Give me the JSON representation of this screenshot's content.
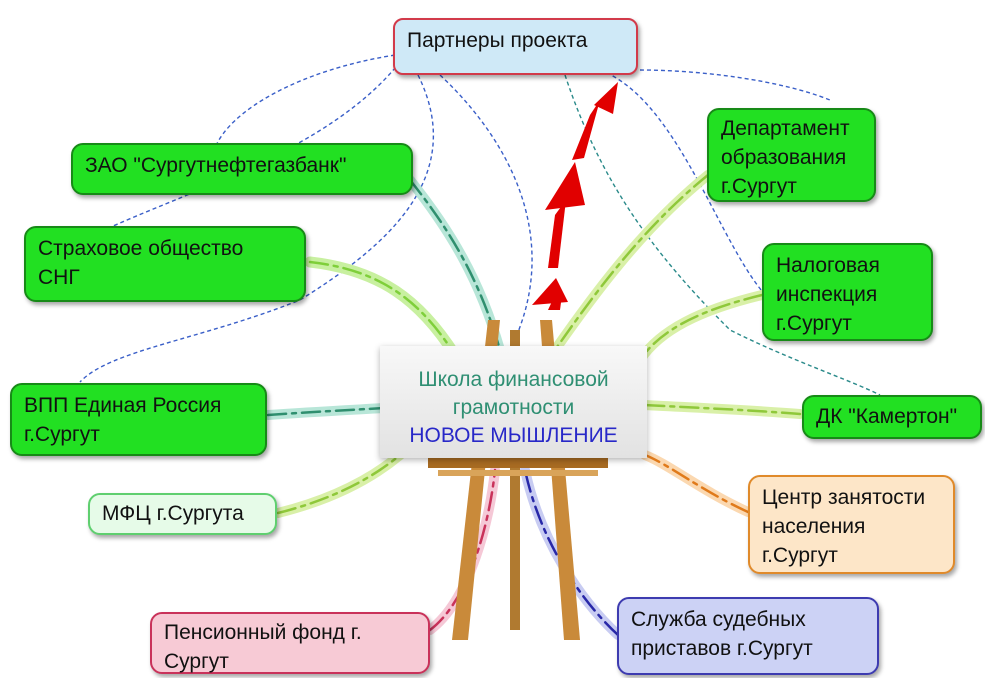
{
  "colors": {
    "green_node": "#22e022",
    "partners_fill": "#cfe9f7",
    "partners_border": "#d23a4a",
    "arrow": "#e10000",
    "center_green_text": "#2f8f73",
    "center_blue_text": "#2828c8"
  },
  "center": {
    "line1": "Школа финансовой",
    "line2": "грамотности",
    "line3": "НОВОЕ МЫШЛЕНИЕ",
    "icon": "easel-icon"
  },
  "nodes": {
    "partners": "Партнеры проекта",
    "sngbank": "ЗАО \"Сургутнефтегазбанк\"",
    "insurance": "Страховое общество\nСНГ",
    "vpp": "ВПП Единая Россия\nг.Сургут",
    "mfc": "МФЦ г.Сургута",
    "pension": "Пенсионный фонд г.\nСургут",
    "education": "Департамент\nобразования\nг.Сургут",
    "tax": "Налоговая\nинспекция\nг.Сургут",
    "kamerton": "ДК \"Камертон\"",
    "employment": "Центр занятости\n населения\nг.Сургут",
    "bailiffs": "Служба судебных\nприставов г.Сургут"
  }
}
